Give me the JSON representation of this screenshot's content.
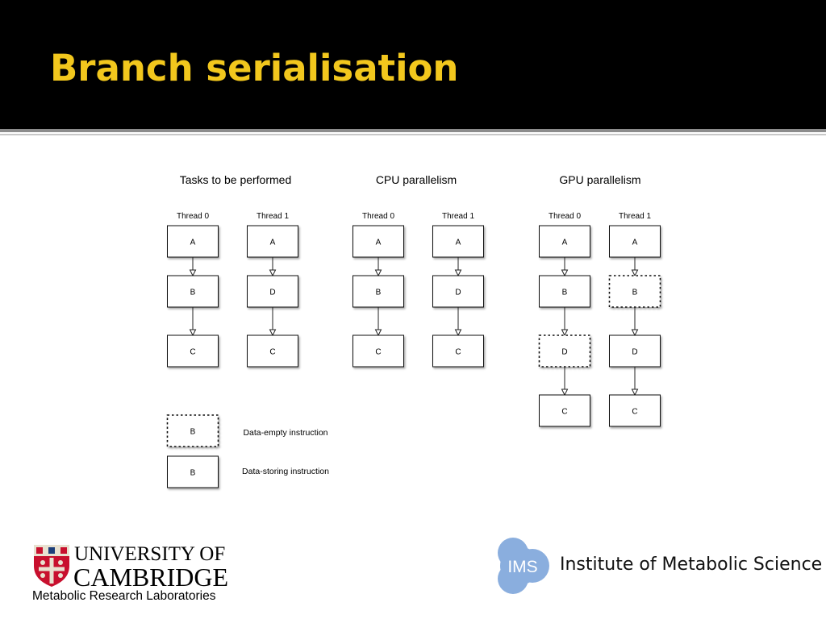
{
  "slide": {
    "title": "Branch serialisation"
  },
  "diagram": {
    "sections": [
      {
        "heading": "Tasks to be performed",
        "threads": [
          {
            "label": "Thread 0",
            "tasks": [
              {
                "label": "A",
                "style": "solid"
              },
              {
                "label": "B",
                "style": "solid"
              },
              {
                "label": "C",
                "style": "solid"
              }
            ]
          },
          {
            "label": "Thread 1",
            "tasks": [
              {
                "label": "A",
                "style": "solid"
              },
              {
                "label": "D",
                "style": "solid"
              },
              {
                "label": "C",
                "style": "solid"
              }
            ]
          }
        ]
      },
      {
        "heading": "CPU parallelism",
        "threads": [
          {
            "label": "Thread 0",
            "tasks": [
              {
                "label": "A",
                "style": "solid"
              },
              {
                "label": "B",
                "style": "solid"
              },
              {
                "label": "C",
                "style": "solid"
              }
            ]
          },
          {
            "label": "Thread 1",
            "tasks": [
              {
                "label": "A",
                "style": "solid"
              },
              {
                "label": "D",
                "style": "solid"
              },
              {
                "label": "C",
                "style": "solid"
              }
            ]
          }
        ]
      },
      {
        "heading": "GPU parallelism",
        "threads": [
          {
            "label": "Thread 0",
            "tasks": [
              {
                "label": "A",
                "style": "solid"
              },
              {
                "label": "B",
                "style": "solid"
              },
              {
                "label": "D",
                "style": "dashed"
              },
              {
                "label": "C",
                "style": "solid"
              }
            ]
          },
          {
            "label": "Thread 1",
            "tasks": [
              {
                "label": "A",
                "style": "solid"
              },
              {
                "label": "B",
                "style": "dashed"
              },
              {
                "label": "D",
                "style": "solid"
              },
              {
                "label": "C",
                "style": "solid"
              }
            ]
          }
        ]
      }
    ],
    "legend": [
      {
        "box_label": "B",
        "style": "dashed",
        "text": "Data-empty instruction"
      },
      {
        "box_label": "B",
        "style": "solid",
        "text": "Data-storing instruction"
      }
    ]
  },
  "logos": {
    "cambridge": {
      "line1": "UNIVERSITY OF",
      "line2": "CAMBRIDGE",
      "line3": "Metabolic Research Laboratories"
    },
    "ims": {
      "mark": "IMS",
      "name": "Institute of Metabolic Science"
    }
  },
  "colors": {
    "header_bg": "#000000",
    "title": "#f2c71d",
    "ims_blue": "#8aaede",
    "cambridge_red": "#c8102e"
  }
}
